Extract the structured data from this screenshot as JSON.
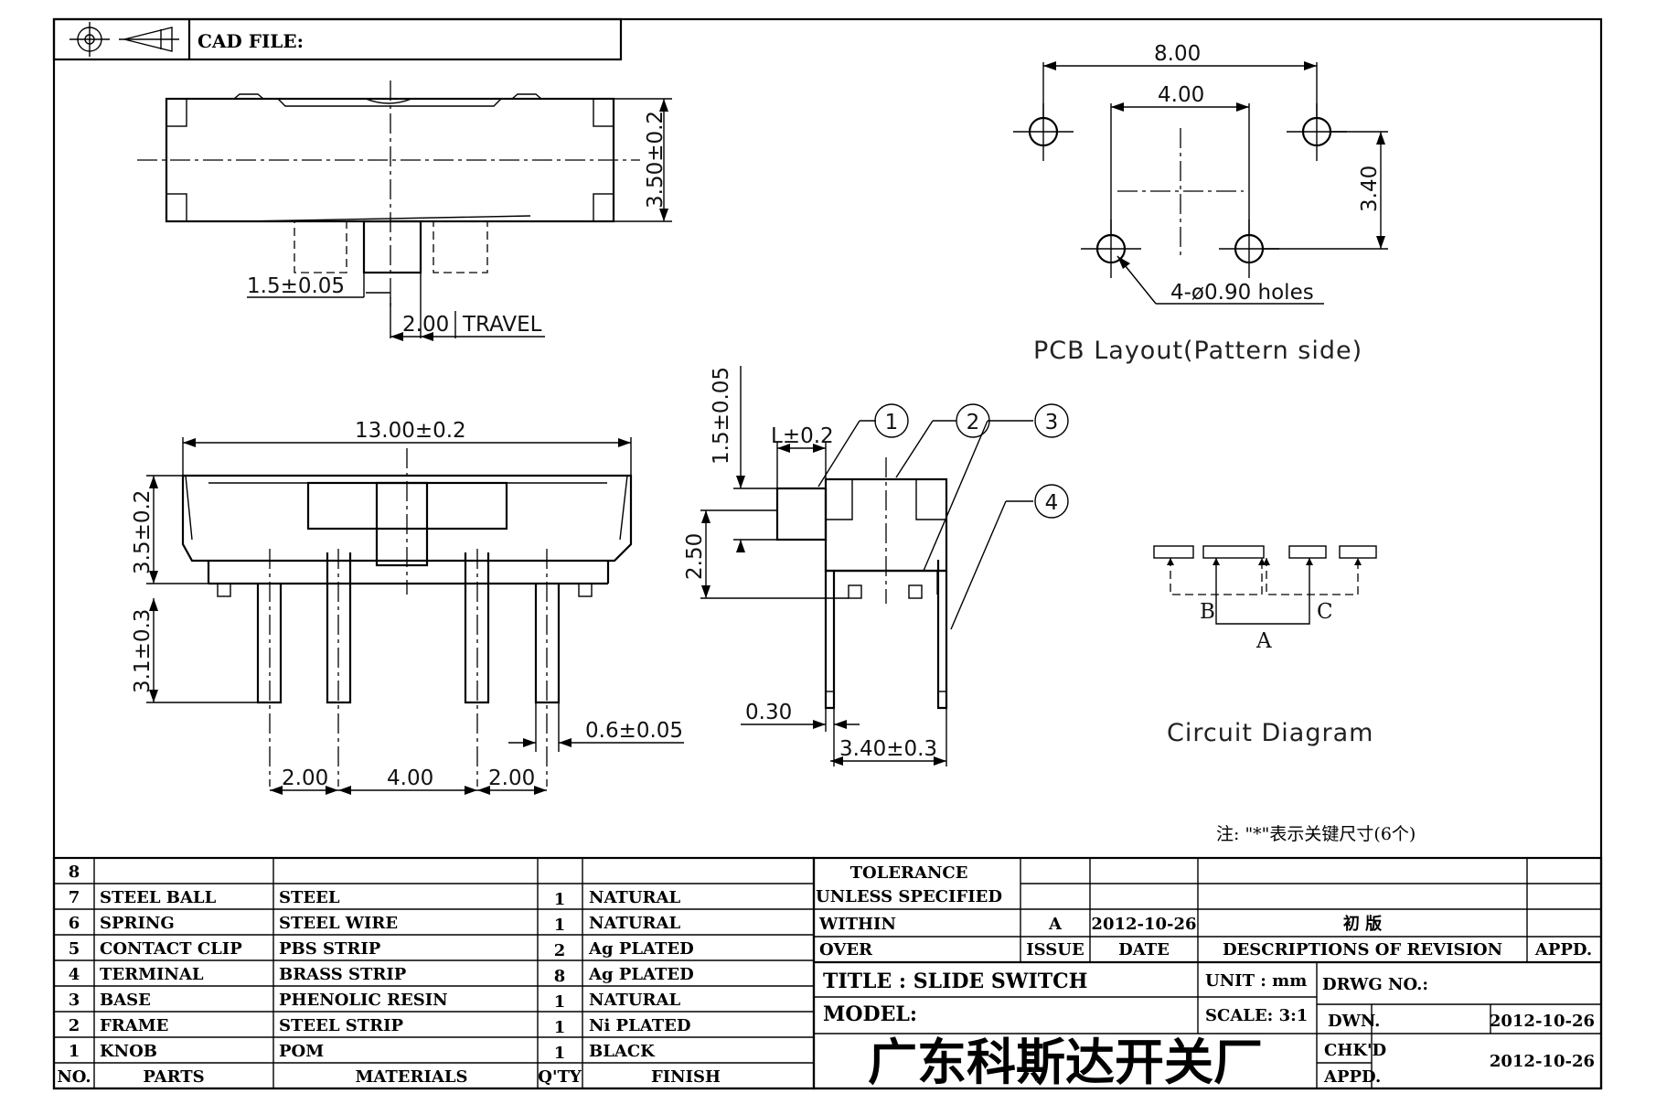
{
  "header": {
    "cad_file_label": "CAD FILE:"
  },
  "top_view": {
    "dims": {
      "height": "3.50±0.2",
      "pitch": "1.5±0.05",
      "travel_value": "2.00",
      "travel_label": "TRAVEL"
    }
  },
  "pcb_layout": {
    "dims": {
      "width": "8.00",
      "inner": "4.00",
      "height": "3.40",
      "holes": "4-ø0.90  holes"
    },
    "caption": "PCB  Layout(Pattern  side)"
  },
  "front_view": {
    "dims": {
      "length": "13.00±0.2",
      "body_height": "3.5±0.2",
      "pin_length": "3.1±0.3",
      "pin_width": "0.6±0.05",
      "left": "2.00",
      "middle": "4.00",
      "right": "2.00"
    }
  },
  "side_view": {
    "dims": {
      "knob_height": "1.5±0.05",
      "knob_len": "L±0.2",
      "body": "2.50",
      "pin_thk": "0.30",
      "pin_span": "3.40±0.3"
    },
    "callouts": [
      "1",
      "2",
      "3",
      "4"
    ]
  },
  "circuit": {
    "labels": {
      "b": "B",
      "c": "C",
      "a": "A"
    },
    "caption": "Circuit  Diagram"
  },
  "note": "注: \"*\"表示关键尺寸(6个)",
  "parts_table": {
    "rows": [
      {
        "no": "8",
        "part": "",
        "material": "",
        "qty": "",
        "finish": ""
      },
      {
        "no": "7",
        "part": "STEEL BALL",
        "material": "STEEL",
        "qty": "1",
        "finish": "NATURAL"
      },
      {
        "no": "6",
        "part": "SPRING",
        "material": "STEEL WIRE",
        "qty": "1",
        "finish": "NATURAL"
      },
      {
        "no": "5",
        "part": "CONTACT CLIP",
        "material": "PBS STRIP",
        "qty": "2",
        "finish": "Ag PLATED"
      },
      {
        "no": "4",
        "part": "TERMINAL",
        "material": "BRASS STRIP",
        "qty": "8",
        "finish": "Ag PLATED"
      },
      {
        "no": "3",
        "part": "BASE",
        "material": "PHENOLIC RESIN",
        "qty": "1",
        "finish": "NATURAL"
      },
      {
        "no": "2",
        "part": "FRAME",
        "material": "STEEL STRIP",
        "qty": "1",
        "finish": "Ni PLATED"
      },
      {
        "no": "1",
        "part": "KNOB",
        "material": "POM",
        "qty": "1",
        "finish": "BLACK"
      }
    ],
    "headers": {
      "no": "NO.",
      "parts": "PARTS",
      "materials": "MATERIALS",
      "qty": "Q'TY",
      "finish": "FINISH"
    }
  },
  "title_block": {
    "tolerance_l1": "TOLERANCE",
    "tolerance_l2": "UNLESS   SPECIFIED",
    "within": "WITHIN",
    "over": "OVER",
    "rev_issue": "A",
    "rev_date": "2012-10-26",
    "rev_desc": "初  版",
    "issue_h": "ISSUE",
    "date_h": "DATE",
    "desc_h": "DESCRIPTIONS  OF  REVISION",
    "appd_h": "APPD.",
    "title": "TITLE :  SLIDE SWITCH",
    "unit": "UNIT :   mm",
    "drwg_no": "DRWG  NO.:",
    "model": "MODEL:",
    "scale": "SCALE:   3:1",
    "dwn": "DWN.",
    "dwn_date": "2012-10-26",
    "chkd": "CHK'D",
    "chkd_date": "2012-10-26",
    "appd": "APPD.",
    "company": "广东科斯达开关厂"
  }
}
